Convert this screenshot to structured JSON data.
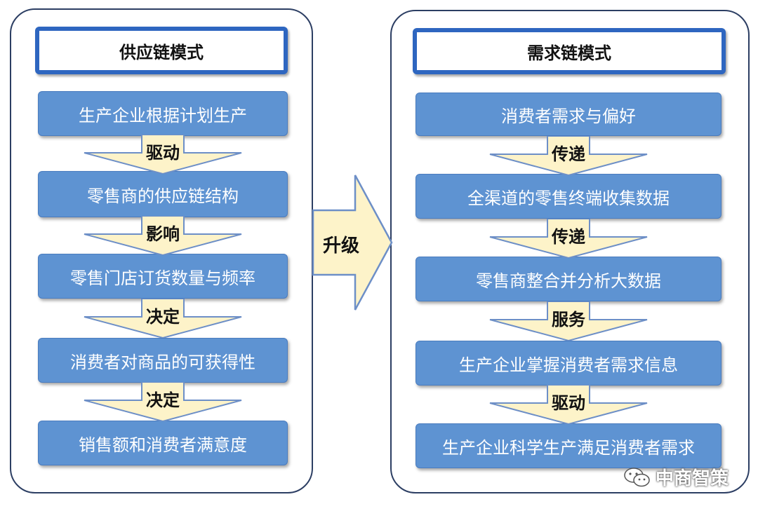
{
  "left_panel": {
    "title": "供应链模式",
    "steps": [
      "生产企业根据计划生产",
      "零售商的供应链结构",
      "零售门店订货数量与频率",
      "消费者对商品的可获得性",
      "销售额和消费者满意度"
    ],
    "arrows": [
      "驱动",
      "影响",
      "决定",
      "决定"
    ]
  },
  "center": {
    "label": "升级"
  },
  "right_panel": {
    "title": "需求链模式",
    "steps": [
      "消费者需求与偏好",
      "全渠道的零售终端收集数据",
      "零售商整合并分析大数据",
      "生产企业掌握消费者需求信息",
      "生产企业科学生产满足消费者需求"
    ],
    "arrows": [
      "传递",
      "传递",
      "服务",
      "驱动"
    ]
  },
  "watermark": {
    "text": "中商智策",
    "icon": "wechat-icon"
  },
  "colors": {
    "step_fill": "#5e93d2",
    "title_border": "#2e66c0",
    "arrow_fill": "#fdf3c9",
    "arrow_stroke": "#6d8fc7",
    "panel_border": "#2c3e63"
  }
}
